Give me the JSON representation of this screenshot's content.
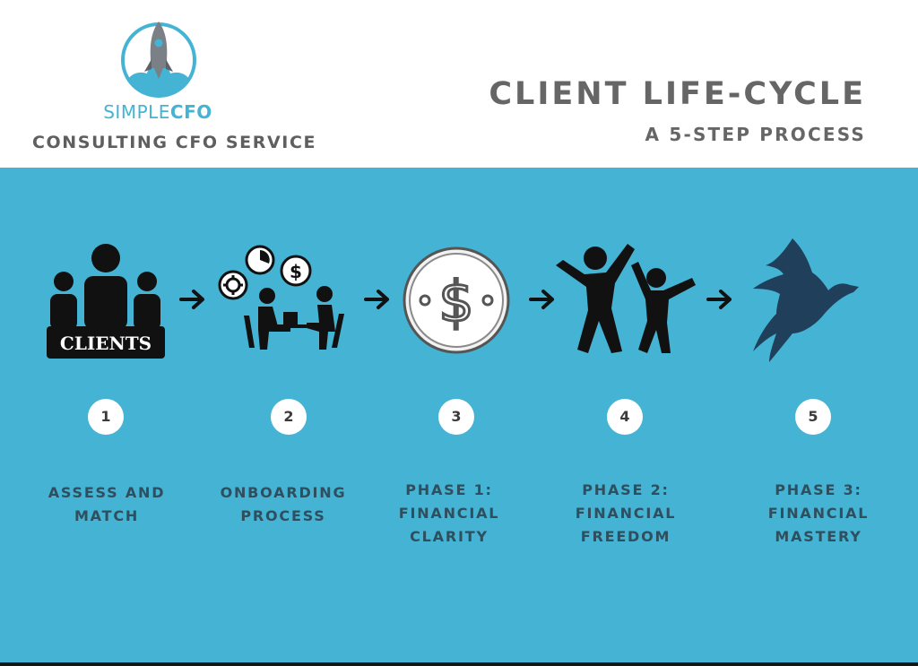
{
  "header": {
    "logo_light": "SIMPLE",
    "logo_bold": "CFO",
    "tagline": "CONSULTING CFO SERVICE",
    "title": "CLIENT LIFE-CYCLE",
    "subtitle": "A 5-STEP PROCESS"
  },
  "colors": {
    "accent": "#45b3d3",
    "heading_gray": "#666666",
    "label_dark": "#2f4e5e",
    "icon_black": "#111111",
    "dove_navy": "#1f3f5b"
  },
  "steps": [
    {
      "number": "1",
      "icon": "clients-group-icon",
      "icon_label": "CLIENTS",
      "line1": "ASSESS AND",
      "line2": "MATCH",
      "line3": ""
    },
    {
      "number": "2",
      "icon": "meeting-icon",
      "line1": "ONBOARDING",
      "line2": "PROCESS",
      "line3": ""
    },
    {
      "number": "3",
      "icon": "dollar-coin-icon",
      "line1": "PHASE 1:",
      "line2": "FINANCIAL",
      "line3": "CLARITY"
    },
    {
      "number": "4",
      "icon": "celebrating-people-icon",
      "line1": "PHASE 2:",
      "line2": "FINANCIAL",
      "line3": "FREEDOM"
    },
    {
      "number": "5",
      "icon": "dove-icon",
      "line1": "PHASE 3:",
      "line2": "FINANCIAL",
      "line3": "MASTERY"
    }
  ]
}
